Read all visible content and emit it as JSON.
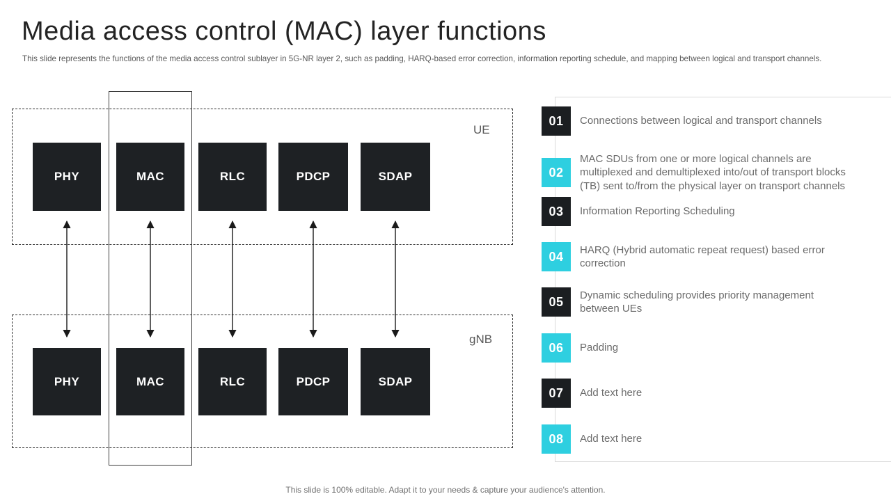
{
  "slide": {
    "title": "Media access control (MAC) layer functions",
    "subtitle": "This slide represents the functions of the media access control sublayer in 5G-NR layer 2, such as padding, HARQ-based error correction, information reporting schedule, and mapping between logical and transport channels.",
    "footer": "This slide is 100% editable. Adapt it to your needs & capture your audience's attention."
  },
  "diagram": {
    "ue_label": "UE",
    "gnb_label": "gNB",
    "layers": [
      "PHY",
      "MAC",
      "RLC",
      "PDCP",
      "SDAP"
    ],
    "highlighted_layer": "MAC",
    "arrow_style": "double-headed vertical arrows between UE and gNB layers"
  },
  "functions_list": [
    {
      "number": "01",
      "color": "black",
      "lines": [
        "Connections between logical and transport channels"
      ]
    },
    {
      "number": "02",
      "color": "cyan",
      "lines": [
        "MAC SDUs from one or more logical channels are",
        "multiplexed and demultiplexed into/out of transport blocks",
        "(TB) sent to/from the physical layer on transport channels"
      ]
    },
    {
      "number": "03",
      "color": "black",
      "lines": [
        "Information Reporting Scheduling"
      ]
    },
    {
      "number": "04",
      "color": "cyan",
      "lines": [
        "HARQ (Hybrid automatic repeat request) based error",
        "correction"
      ]
    },
    {
      "number": "05",
      "color": "black",
      "lines": [
        "Dynamic scheduling provides priority management",
        "between UEs"
      ]
    },
    {
      "number": "06",
      "color": "cyan",
      "lines": [
        "Padding"
      ]
    },
    {
      "number": "07",
      "color": "black",
      "lines": [
        "Add text here"
      ]
    },
    {
      "number": "08",
      "color": "cyan",
      "lines": [
        "Add text here"
      ]
    }
  ],
  "colors": {
    "accent_cyan": "#2ecfe0",
    "badge_black": "#1b1e21",
    "layer_box_black": "#1e2124",
    "body_text_gray": "#6b6b6b",
    "label_gray": "#595959",
    "faint_line_gray": "#d9d9d9"
  }
}
